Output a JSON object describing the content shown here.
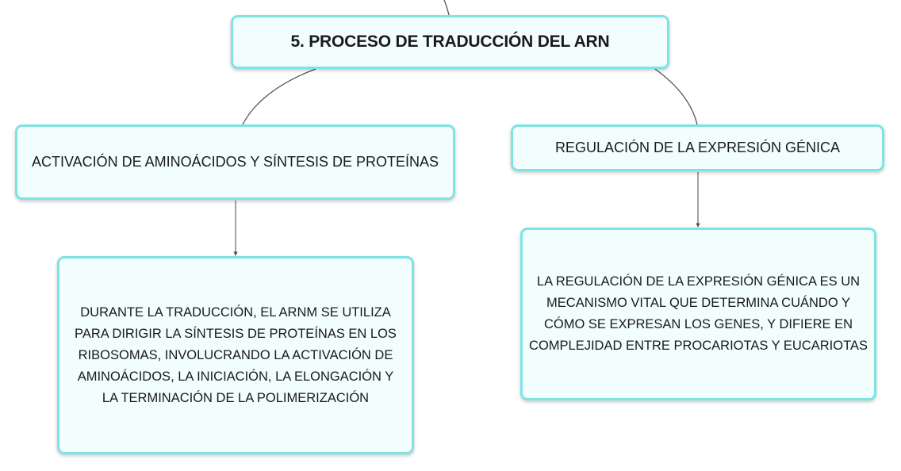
{
  "map": {
    "main_topic": "5. PROCESO DE TRADUCCIÓN DEL ARN",
    "left_branch": {
      "title": "ACTIVACIÓN DE AMINOÁCIDOS Y SÍNTESIS DE PROTEÍNAS",
      "detail": "DURANTE LA TRADUCCIÓN, EL ARNM SE UTILIZA PARA DIRIGIR LA SÍNTESIS DE PROTEÍNAS EN LOS RIBOSOMAS, INVOLUCRANDO LA ACTIVACIÓN DE AMINOÁCIDOS, LA INICIACIÓN, LA ELONGACIÓN Y LA TERMINACIÓN DE LA POLIMERIZACIÓN"
    },
    "right_branch": {
      "title": "REGULACIÓN DE LA EXPRESIÓN GÉNICA",
      "detail": "LA REGULACIÓN DE LA EXPRESIÓN GÉNICA ES UN MECANISMO VITAL QUE DETERMINA CUÁNDO Y CÓMO SE EXPRESAN LOS GENES, Y DIFIERE EN COMPLEJIDAD ENTRE PROCARIOTAS Y EUCARIOTAS"
    }
  },
  "colors": {
    "node_border": "#7fe3e3",
    "node_fill": "#f2fdfd",
    "connector": "#555555"
  }
}
